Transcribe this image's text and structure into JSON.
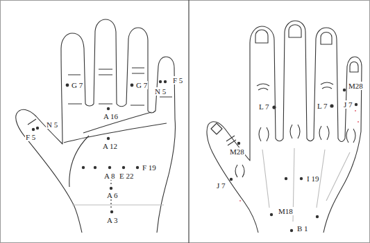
{
  "diagram": {
    "labels": [
      "G 7",
      "G 7",
      "N 5",
      "F 5",
      "A 16",
      "N 5",
      "F 5",
      "A 12",
      "A 8",
      "E 22",
      "F 19",
      "A 6",
      "A 3",
      "L 7",
      "L 7",
      "M28",
      "J 7",
      "M28",
      "J 7",
      "I 19",
      "M18",
      "B 1"
    ]
  }
}
